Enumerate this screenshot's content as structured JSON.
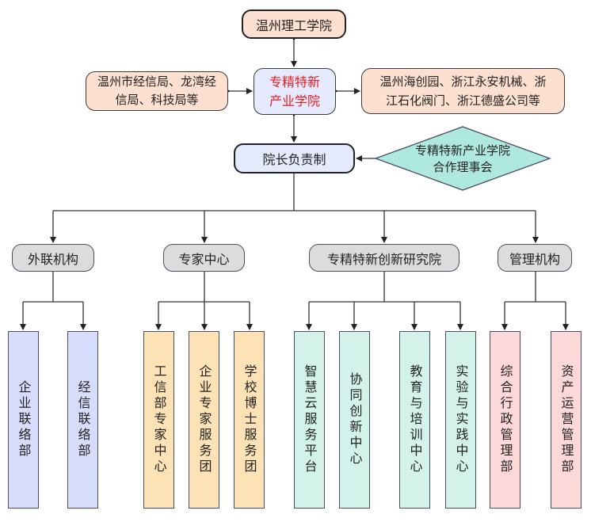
{
  "diagram": {
    "top_node": "温州理工学院",
    "center_node": "专精特新产业学院",
    "center_node_lines": [
      "专精特新",
      "产业学院"
    ],
    "left_node_lines": [
      "温州市经信局、龙湾经",
      "信局、科技局等"
    ],
    "right_node_lines": [
      "温州海创园、浙江永安机械、浙",
      "江石化阀门、浙江德盛公司等"
    ],
    "director_node": "院长负责制",
    "council_node_lines": [
      "专精特新产业学院",
      "合作理事会"
    ],
    "departments": [
      {
        "label": "外联机构",
        "children": [
          "企业联络部",
          "经信联络部"
        ]
      },
      {
        "label": "专家中心",
        "children": [
          "工信部专家中心",
          "企业专家服务团",
          "学校博士服务团"
        ]
      },
      {
        "label": "专精特新创新研究院",
        "children": [
          "智慧云服务平台",
          "协同创新中心",
          "教育与培训中心",
          "实验与实践中心"
        ]
      },
      {
        "label": "管理机构",
        "children": [
          "综合行政管理部",
          "资产运营管理部"
        ]
      }
    ],
    "colors": {
      "center_text": "#e81c1c",
      "peach": "#fde0cf",
      "lavender": "#e6eaff",
      "diamond": "#aee8de",
      "grey": "#dcdcdc",
      "blue_leaf": "#d8dcfb",
      "orange_leaf": "#fde2b5",
      "teal_leaf": "#d3f2ea",
      "pink_leaf": "#fdd8d8"
    }
  }
}
